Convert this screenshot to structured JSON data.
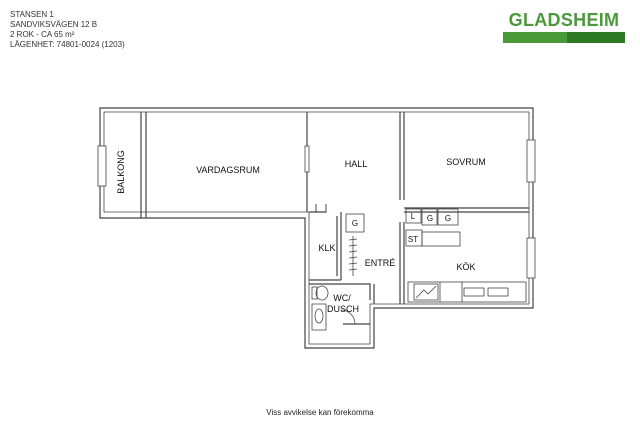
{
  "header": {
    "lines": [
      "STANSEN 1",
      "SANDVIKSVÄGEN 12 B",
      "2 ROK - CA 65 m²",
      "LÄGENHET:  74801-0024 (1203)"
    ]
  },
  "brand": {
    "name": "GLADSHEIM",
    "color": "#4a9a3a",
    "bar_light": "#4a9a3a",
    "bar_dark": "#2e7a24"
  },
  "rooms": {
    "balkong": "BALKONG",
    "vardagsrum": "VARDAGSRUM",
    "hall": "HALL",
    "sovrum": "SOVRUM",
    "klk": "KLK",
    "entre": "ENTRÉ",
    "kok": "KÖK",
    "wc_line1": "WC/",
    "wc_line2": "DUSCH"
  },
  "fixtures": {
    "l": "L",
    "g": "G",
    "st": "ST"
  },
  "footer": "Viss avvikelse kan förekomma"
}
